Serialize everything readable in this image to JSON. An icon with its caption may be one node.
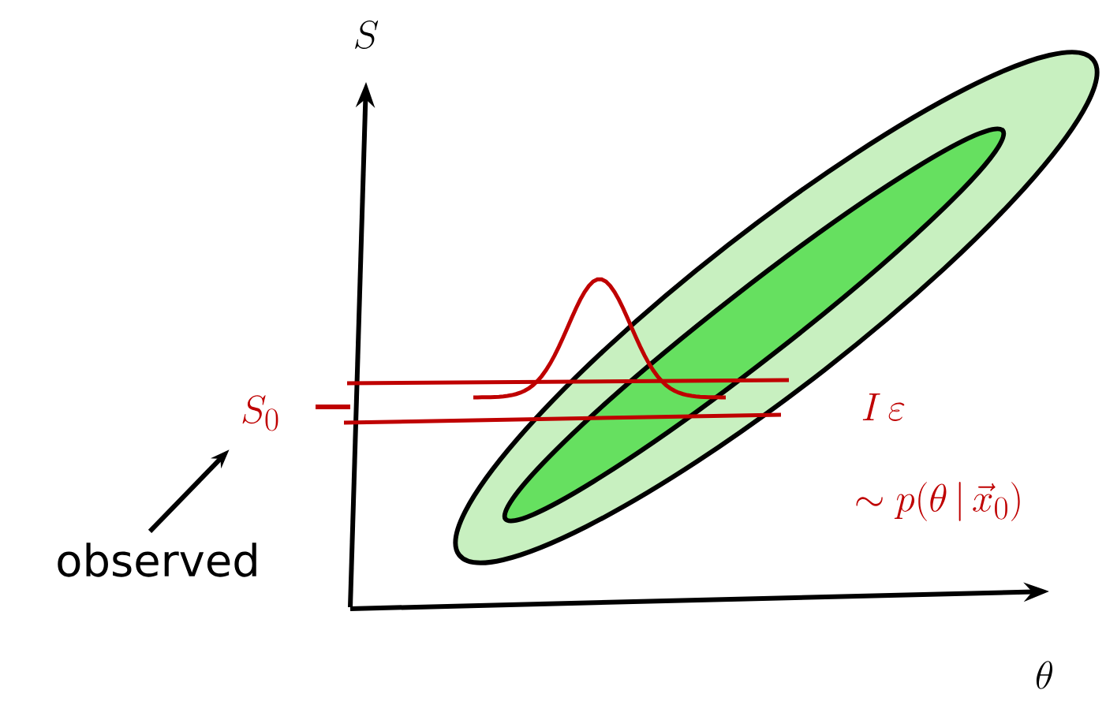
{
  "diagram": {
    "nodes": [
      {
        "text": [
          "S_0"
        ]
      },
      {
        "text": [
          "observed"
        ]
      }
    ],
    "edges": [
      {
        "from": 1,
        "to": 0,
        "arrow": "to"
      }
    ],
    "labels": [
      "S",
      "\\theta",
      "I\\,\\varepsilon",
      "\\sim p(\\theta\\,|\\,\\vec{x}_0)"
    ]
  }
}
